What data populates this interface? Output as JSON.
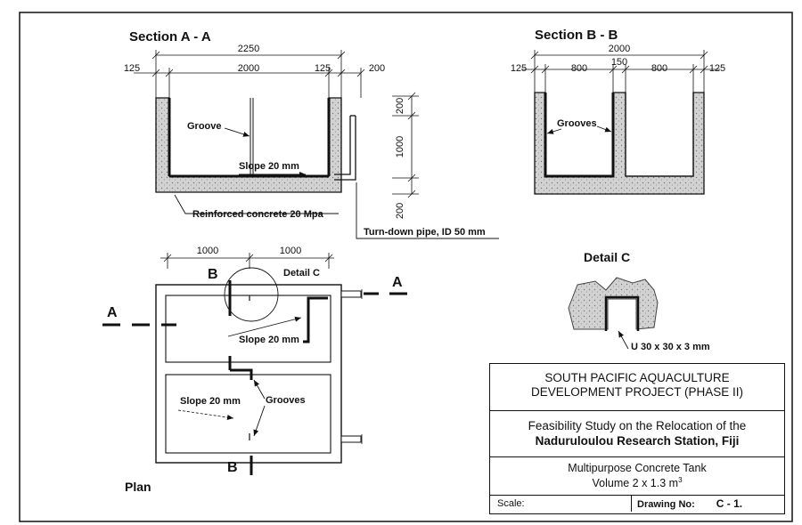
{
  "views": {
    "section_aa": {
      "title": "Section A - A",
      "dims": {
        "overall": "2250",
        "left": "125",
        "inner": "2000",
        "right": "125",
        "pipe_offset": "200",
        "wall_top": "200",
        "height": "1000",
        "base": "200"
      },
      "labels": {
        "groove": "Groove",
        "slope": "Slope 20 mm",
        "concrete": "Reinforced concrete 20 Mpa",
        "pipe": "Turn-down pipe, ID 50 mm"
      }
    },
    "section_bb": {
      "title": "Section B - B",
      "dims": {
        "overall": "2000",
        "left": "125",
        "cell_left": "800",
        "middle": "150",
        "cell_right": "800",
        "right": "125"
      },
      "labels": {
        "grooves": "Grooves"
      }
    },
    "detail_c": {
      "title": "Detail C",
      "label": "U 30 x 30 x 3 mm"
    },
    "plan": {
      "title": "Plan",
      "dims": {
        "left": "1000",
        "right": "1000"
      },
      "labels": {
        "detail_ref": "Detail C",
        "slope_top": "Slope 20 mm",
        "slope_bottom": "Slope 20 mm",
        "grooves": "Grooves"
      },
      "section_marks": {
        "a_left": "A",
        "a_right": "A",
        "b_top": "B",
        "b_bottom": "B"
      }
    }
  },
  "title_block": {
    "project_line1": "SOUTH PACIFIC AQUACULTURE",
    "project_line2": "DEVELOPMENT PROJECT (PHASE II)",
    "study_line1": "Feasibility Study on the Relocation of the",
    "study_line2": "Naduruloulou Research Station, Fiji",
    "drawing_title": "Multipurpose Concrete Tank",
    "volume_text": "Volume 2 x 1.3 m",
    "volume_sup": "3",
    "scale_label": "Scale:",
    "drawing_no_label": "Drawing No:",
    "drawing_no": "C - 1."
  }
}
